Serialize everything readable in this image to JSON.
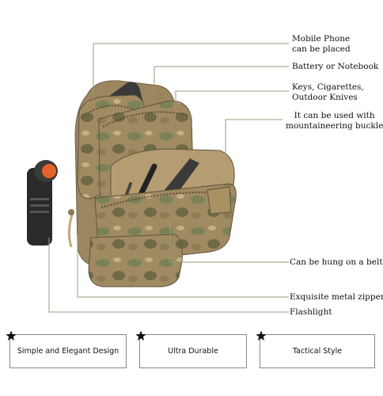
{
  "callouts": {
    "mobile_phone_line1": "Mobile Phone",
    "mobile_phone_line2": "can be placed",
    "battery": "Battery or Notebook",
    "keys_line1": "Keys, Cigarettes,",
    "keys_line2": "Outdoor Knives",
    "mountaineering_line1": "It can be used with",
    "mountaineering_line2": "mountaineering buckle",
    "belt": "Can be hung on a belt",
    "zipper": "Exquisite metal zipper",
    "flashlight": "Flashlight"
  },
  "features": [
    {
      "label": "Simple and Elegant Design"
    },
    {
      "label": "Ultra Durable"
    },
    {
      "label": "Tactical Style"
    }
  ],
  "colors": {
    "leader_line": "#9a9a7e",
    "camo_base": "#a08a62",
    "camo_dark": "#6e6a45",
    "camo_green": "#7a8258",
    "flashlight_body": "#2a2a2a",
    "flashlight_tip": "#e4622a",
    "phone": "#3a3a3a",
    "box_border": "#888888",
    "star": "#111111"
  }
}
